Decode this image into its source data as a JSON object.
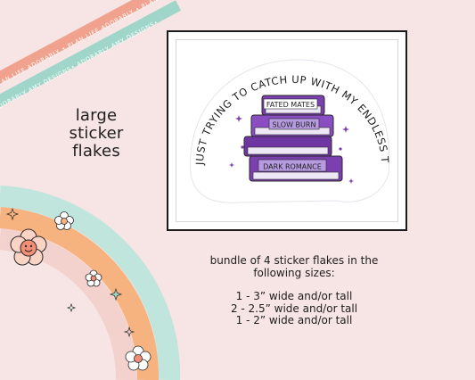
{
  "ribbon": {
    "top_text": "PLAN LIFE ADORABLY • PLAN LIFE ADORABLY • PLAN",
    "bottom_text": "ADORABLY AMY DESIGNS• ADORABLY AMY DESIGNS•",
    "top_color": "#f1a28e",
    "bottom_color": "#9fd6c9"
  },
  "product_title": {
    "line1": "large",
    "line2": "sticker",
    "line3": "flakes"
  },
  "sticker": {
    "arc_text": "JUST TRYING TO CATCH UP WITH MY ENDLESS TBR",
    "book1": "FATED MATES",
    "book2": "SLOW BURN",
    "book3": "DARK ROMANCE",
    "purple": "#7b3fb0",
    "light_purple": "#b79be0"
  },
  "description": {
    "line1": "bundle of 4 sticker flakes in the",
    "line2": "following sizes:",
    "size1": "1 - 3” wide and/or tall",
    "size2": "2 - 2.5” wide and/or tall",
    "size3": "1 - 2” wide and/or tall"
  },
  "rainbow": {
    "colors": [
      "#bfe5dc",
      "#f6b27f",
      "#f3d1cc"
    ],
    "flower_color": "#fbd3c5"
  }
}
